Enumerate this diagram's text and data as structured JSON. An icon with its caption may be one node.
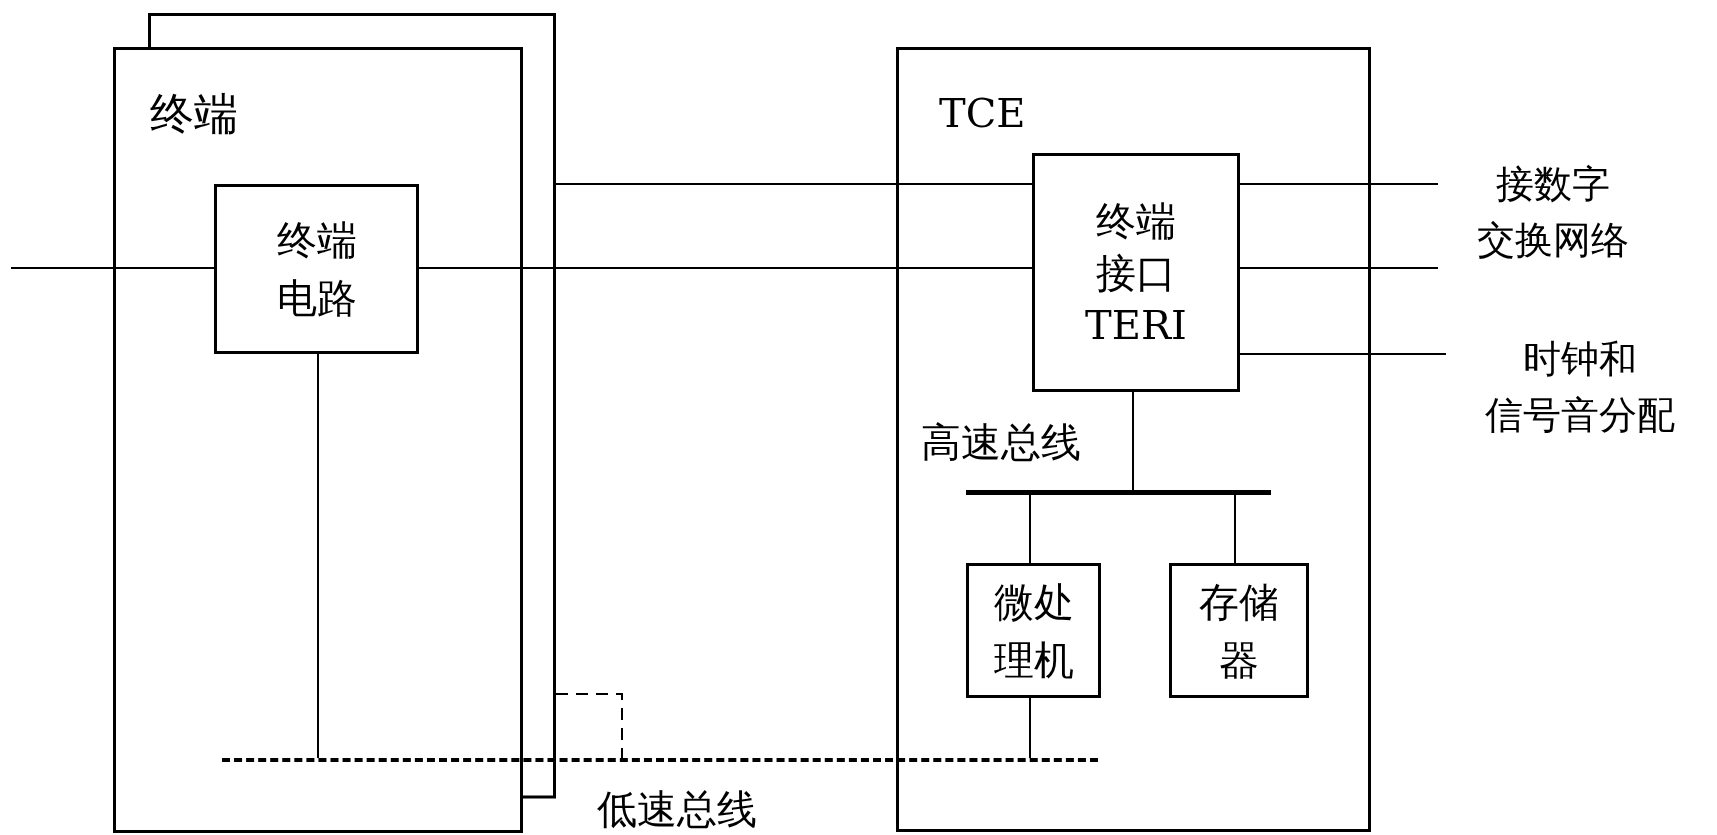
{
  "diagram": {
    "nodes": [
      {
        "text": [
          "终端"
        ]
      },
      {
        "text": [
          "终端电路"
        ],
        "in": 0
      },
      {
        "text": [
          "TCE"
        ]
      },
      {
        "text": [
          "终端接口 TERI"
        ],
        "in": 2
      },
      {
        "text": [],
        "shape": "bar",
        "in": 2,
        "beside": [
          "高速总线"
        ]
      },
      {
        "text": [
          "微处理机"
        ],
        "in": 2
      },
      {
        "text": [
          "存储器"
        ],
        "in": 2
      },
      {
        "text": [],
        "shape": "bar",
        "beside": [
          "低速总线"
        ]
      },
      {
        "text": [
          "接数字交换网络"
        ]
      },
      {
        "text": [
          "时钟和信号音分配"
        ]
      }
    ],
    "edges": [
      {
        "from": null,
        "to": 1,
        "arrow": "none"
      },
      {
        "from": 1,
        "to": 3,
        "arrow": "none"
      },
      {
        "from": 0,
        "to": 3,
        "arrow": "none"
      },
      {
        "from": 3,
        "to": 8,
        "arrow": "none"
      },
      {
        "from": 3,
        "to": 8,
        "arrow": "none"
      },
      {
        "from": 3,
        "to": 9,
        "arrow": "none"
      },
      {
        "from": 3,
        "to": 4,
        "arrow": "none"
      },
      {
        "from": 4,
        "to": 5,
        "arrow": "none"
      },
      {
        "from": 4,
        "to": 6,
        "arrow": "none"
      },
      {
        "from": 5,
        "to": 7,
        "arrow": "none"
      },
      {
        "from": 1,
        "to": 7,
        "arrow": "none"
      },
      {
        "from": 0,
        "to": 7,
        "arrow": "none",
        "style": "dashed"
      }
    ]
  }
}
